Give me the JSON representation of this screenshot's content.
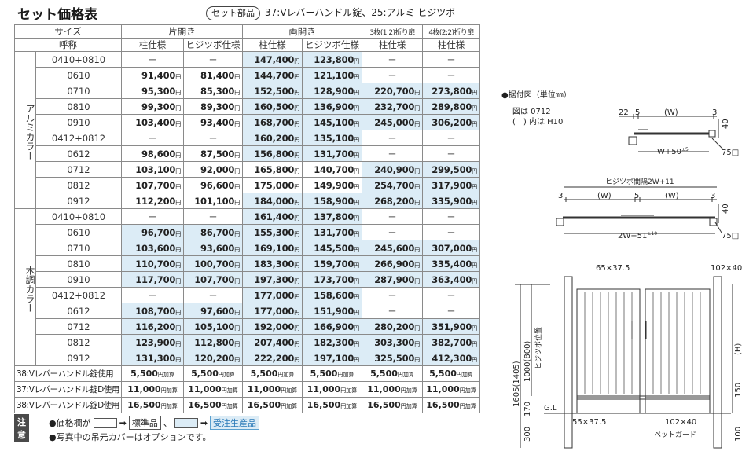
{
  "title": "セット価格表",
  "set_badge": "セット部品",
  "set_desc": "37:Vレバーハンドル錠、25:アルミ ヒジツボ",
  "headers": {
    "size": "サイズ",
    "code": "呼称",
    "kata": "片開き",
    "ryo": "両開き",
    "sanmai": "3枚(1:2)折り扉",
    "yonmai": "4枚(2:2)折り扉",
    "hashira": "柱仕様",
    "hiji": "ヒジツボ仕様"
  },
  "yen": "円",
  "dash": "－",
  "kasan": "円加算",
  "groups": [
    {
      "name": "アルミカラー",
      "rows": [
        {
          "code": "0410+0810",
          "v": [
            "",
            "",
            "147,400",
            "123,800",
            "",
            ""
          ]
        },
        {
          "code": "0610",
          "v": [
            "91,400",
            "81,400",
            "144,700",
            "121,100",
            "",
            ""
          ]
        },
        {
          "code": "0710",
          "v": [
            "95,300",
            "85,300",
            "152,500",
            "128,900",
            "220,700",
            "273,800"
          ]
        },
        {
          "code": "0810",
          "v": [
            "99,300",
            "89,300",
            "160,500",
            "136,900",
            "232,700",
            "289,800"
          ]
        },
        {
          "code": "0910",
          "v": [
            "103,400",
            "93,400",
            "168,700",
            "145,100",
            "245,000",
            "306,200"
          ]
        },
        {
          "code": "0412+0812",
          "v": [
            "",
            "",
            "160,200",
            "135,100",
            "",
            ""
          ]
        },
        {
          "code": "0612",
          "v": [
            "98,600",
            "87,500",
            "156,800",
            "131,700",
            "",
            ""
          ]
        },
        {
          "code": "0712",
          "v": [
            "103,100",
            "92,000",
            "165,800",
            "140,700",
            "240,900",
            "299,500"
          ]
        },
        {
          "code": "0812",
          "v": [
            "107,700",
            "96,600",
            "175,000",
            "149,900",
            "254,700",
            "317,900"
          ]
        },
        {
          "code": "0912",
          "v": [
            "112,200",
            "101,100",
            "184,000",
            "158,900",
            "268,200",
            "335,900"
          ]
        }
      ]
    },
    {
      "name": "木調カラー",
      "rows": [
        {
          "code": "0410+0810",
          "v": [
            "",
            "",
            "161,400",
            "137,800",
            "",
            ""
          ]
        },
        {
          "code": "0610",
          "v": [
            "96,700",
            "86,700",
            "155,300",
            "131,700",
            "",
            ""
          ]
        },
        {
          "code": "0710",
          "v": [
            "103,600",
            "93,600",
            "169,100",
            "145,500",
            "245,600",
            "307,000"
          ]
        },
        {
          "code": "0810",
          "v": [
            "110,700",
            "100,700",
            "183,300",
            "159,700",
            "266,900",
            "335,400"
          ]
        },
        {
          "code": "0910",
          "v": [
            "117,700",
            "107,700",
            "197,300",
            "173,700",
            "287,900",
            "363,400"
          ]
        },
        {
          "code": "0412+0812",
          "v": [
            "",
            "",
            "177,000",
            "158,600",
            "",
            ""
          ]
        },
        {
          "code": "0612",
          "v": [
            "108,700",
            "97,600",
            "177,000",
            "151,900",
            "",
            ""
          ]
        },
        {
          "code": "0712",
          "v": [
            "116,200",
            "105,100",
            "192,000",
            "166,900",
            "280,200",
            "351,900"
          ]
        },
        {
          "code": "0812",
          "v": [
            "123,900",
            "112,800",
            "207,400",
            "182,300",
            "303,300",
            "382,700"
          ]
        },
        {
          "code": "0912",
          "v": [
            "131,300",
            "120,200",
            "222,200",
            "197,100",
            "325,500",
            "412,300"
          ]
        }
      ]
    }
  ],
  "lever_rows": [
    {
      "label": "38:Vレバーハンドル錠使用",
      "v": [
        "5,500",
        "5,500",
        "5,500",
        "5,500",
        "5,500",
        "5,500"
      ]
    },
    {
      "label": "37:Vレバーハンドル錠D使用",
      "v": [
        "11,000",
        "11,000",
        "11,000",
        "11,000",
        "11,000",
        "11,000"
      ]
    },
    {
      "label": "38:Vレバーハンドル錠D使用",
      "v": [
        "16,500",
        "16,500",
        "16,500",
        "16,500",
        "16,500",
        "16,500"
      ]
    }
  ],
  "notes": {
    "label": "注意",
    "price_prefix": "●価格欄が",
    "arrow": "➡",
    "standard": "標準品",
    "made_to_order": "受注生産品",
    "sep": "、",
    "photo": "●写真中の吊元カバーはオプションです。"
  },
  "drawing": {
    "title": "●据付図（単位㎜）",
    "fig1": "図は 0712",
    "fig2": "(　) 内は H10",
    "d_22": "22",
    "d_5": "5",
    "d_w": "(W)",
    "d_3": "3",
    "d_40": "40",
    "w50": "W+50",
    "pm5": "±5",
    "sq75": "75□",
    "spacing": "ヒジツボ間隔2W+11",
    "w2_51": "2W+51",
    "pm10": "±10",
    "d_65": "65×37.5",
    "d_102": "102×40",
    "d_55": "55×37.5",
    "d_1605": "1605(1405)",
    "d_1000": "1000(800)",
    "hijipos": "ヒジツボ位置",
    "d_h": "(H)",
    "d_150": "150",
    "d_170": "170",
    "d_300": "300",
    "d_100": "100",
    "gl": "G.L",
    "pet": "ペットガード"
  },
  "colors": {
    "blue_cell": "#dcecf6",
    "made_to_order_text": "#2a7ab8"
  }
}
